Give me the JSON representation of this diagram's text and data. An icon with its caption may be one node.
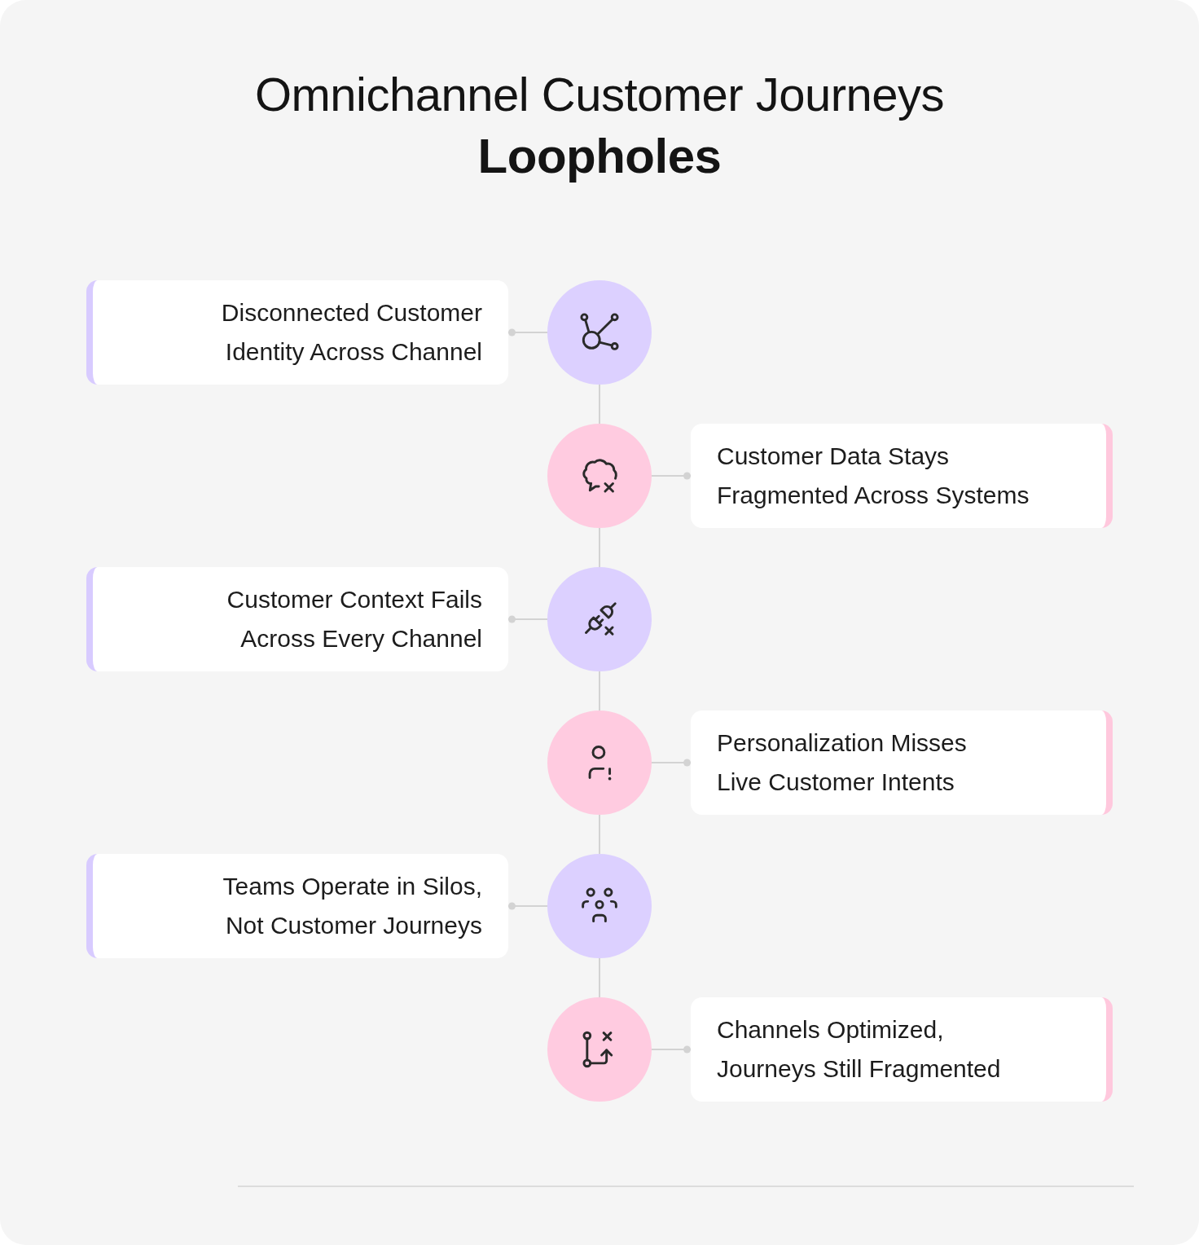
{
  "diagram": {
    "title": "Omnichannel Customer Journeys **Loopholes**",
    "nodes": [
      {
        "text": [
          "Disconnected Customer Identity Across Channel"
        ]
      },
      {
        "text": [],
        "shape": "circle"
      },
      {
        "text": [],
        "shape": "circle"
      },
      {
        "text": [
          "Customer Data Stays Fragmented Across Systems"
        ]
      },
      {
        "text": [
          "Customer Context Fails Across Every Channel"
        ]
      },
      {
        "text": [],
        "shape": "circle"
      },
      {
        "text": [],
        "shape": "circle"
      },
      {
        "text": [
          "Personalization Misses Live Customer Intents"
        ]
      },
      {
        "text": [
          "Teams Operate in Silos, Not Customer Journeys"
        ]
      },
      {
        "text": [],
        "shape": "circle"
      },
      {
        "text": [],
        "shape": "circle"
      },
      {
        "text": [
          "Channels Optimized, Journeys Still Fragmented"
        ]
      }
    ],
    "edges": [
      {
        "from": 0,
        "to": 1,
        "arrow": "other"
      },
      {
        "from": 1,
        "to": 2,
        "arrow": "none"
      },
      {
        "from": 3,
        "to": 2,
        "arrow": "other"
      },
      {
        "from": 2,
        "to": 5,
        "arrow": "none"
      },
      {
        "from": 4,
        "to": 5,
        "arrow": "other"
      },
      {
        "from": 5,
        "to": 6,
        "arrow": "none"
      },
      {
        "from": 7,
        "to": 6,
        "arrow": "other"
      },
      {
        "from": 6,
        "to": 9,
        "arrow": "none"
      },
      {
        "from": 8,
        "to": 9,
        "arrow": "other"
      },
      {
        "from": 9,
        "to": 10,
        "arrow": "none"
      },
      {
        "from": 11,
        "to": 10,
        "arrow": "other"
      }
    ]
  }
}
